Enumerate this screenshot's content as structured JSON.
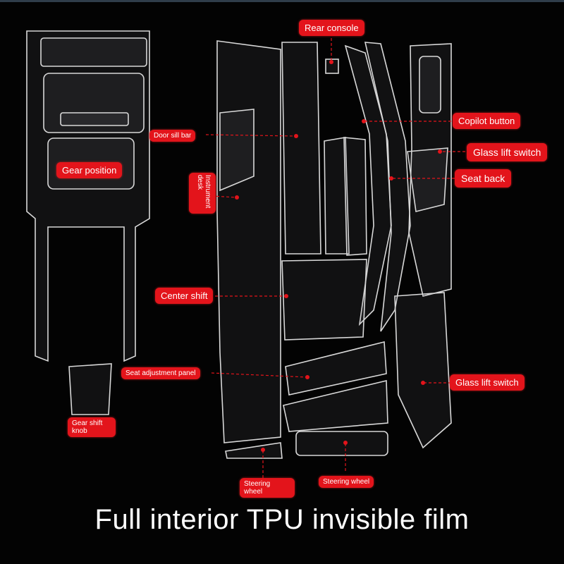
{
  "caption": "Full interior TPU invisible film",
  "accent_color": "#e3141b",
  "labels": {
    "rear_console": "Rear console",
    "copilot_button": "Copilot button",
    "glass_lift_switch_top": "Glass lift switch",
    "seat_back": "Seat back",
    "door_sill_bar": "Door sill bar",
    "gear_position": "Gear position",
    "instrument_desk": "Instrument desk",
    "center_shift": "Center shift",
    "seat_adjustment_panel": "Seat adjustment panel",
    "glass_lift_switch_bottom": "Glass lift switch",
    "gear_shift_knob": "Gear shift knob",
    "steering_wheel_left": "Steering wheel",
    "steering_wheel_right": "Steering wheel"
  }
}
